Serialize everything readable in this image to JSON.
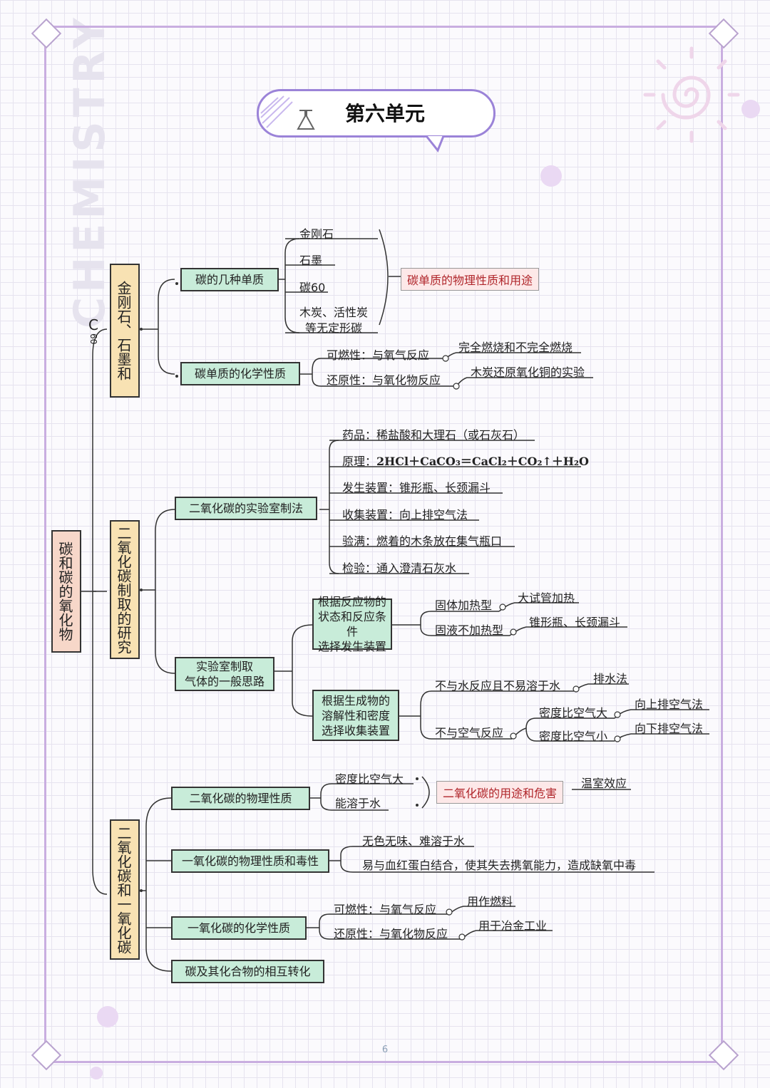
{
  "watermark": "CHEMISTRY",
  "page_title": "第六单元",
  "page_number": "6",
  "root": "碳和碳的氧化物",
  "branches": {
    "b1": "金刚石、石墨和C",
    "b1_sub": "60",
    "b2": "二氧化碳制取的研究",
    "b3": "二氧化碳和一氧化碳"
  },
  "b1": {
    "n1": "碳的几种单质",
    "items": [
      "金刚石",
      "石墨",
      "碳60",
      "木炭、活性炭",
      "等无定形碳"
    ],
    "bracket_note": "碳单质的物理性质和用途",
    "n2": "碳单质的化学性质",
    "chem": [
      {
        "label": "可燃性：与氧气反应",
        "detail": "完全燃烧和不完全燃烧"
      },
      {
        "label": "还原性：与氧化物反应",
        "detail": "木炭还原氧化铜的实验"
      }
    ]
  },
  "b2": {
    "n1": "二氧化碳的实验室制法",
    "lab": [
      "药品：稀盐酸和大理石（或石灰石）",
      "原理：",
      "发生装置：锥形瓶、长颈漏斗",
      "收集装置：向上排空气法",
      "验满：燃着的木条放在集气瓶口",
      "检验：通入澄清石灰水"
    ],
    "equation": "2HCl＋CaCO₃＝CaCl₂＋CO₂↑＋H₂O",
    "n2_line1": "实验室制取",
    "n2_line2": "气体的一般思路",
    "gen": {
      "line1": "根据反应物的",
      "line2": "状态和反应条件",
      "line3": "选择发生装置",
      "items": [
        {
          "label": "固体加热型",
          "detail": "大试管加热"
        },
        {
          "label": "固液不加热型",
          "detail": "锥形瓶、长颈漏斗"
        }
      ]
    },
    "col": {
      "line1": "根据生成物的",
      "line2": "溶解性和密度",
      "line3": "选择收集装置",
      "water": {
        "label": "不与水反应且不易溶于水",
        "detail": "排水法"
      },
      "air": {
        "label": "不与空气反应",
        "items": [
          {
            "label": "密度比空气大",
            "detail": "向上排空气法"
          },
          {
            "label": "密度比空气小",
            "detail": "向下排空气法"
          }
        ]
      }
    }
  },
  "b3": {
    "n1": "二氧化碳的物理性质",
    "phys": [
      "密度比空气大",
      "能溶于水"
    ],
    "use_note": "二氧化碳的用途和危害",
    "use_detail": "温室效应",
    "n2": "一氧化碳的物理性质和毒性",
    "co_phys": [
      "无色无味、难溶于水",
      "易与血红蛋白结合，使其失去携氧能力，造成缺氧中毒"
    ],
    "n3": "一氧化碳的化学性质",
    "co_chem": [
      {
        "label": "可燃性：与氧气反应",
        "detail": "用作燃料"
      },
      {
        "label": "还原性：与氧化物反应",
        "detail": "用于冶金工业"
      }
    ],
    "n4": "碳及其化合物的相互转化"
  },
  "colors": {
    "frame": "#c9aee0",
    "branch_fill": "#f8e2b3",
    "root_fill": "#f7d7c9",
    "node_fill": "#c8ecd9",
    "note_fill": "#fde8e8",
    "note_text": "#b0262b",
    "title_border": "#9b83d8"
  }
}
